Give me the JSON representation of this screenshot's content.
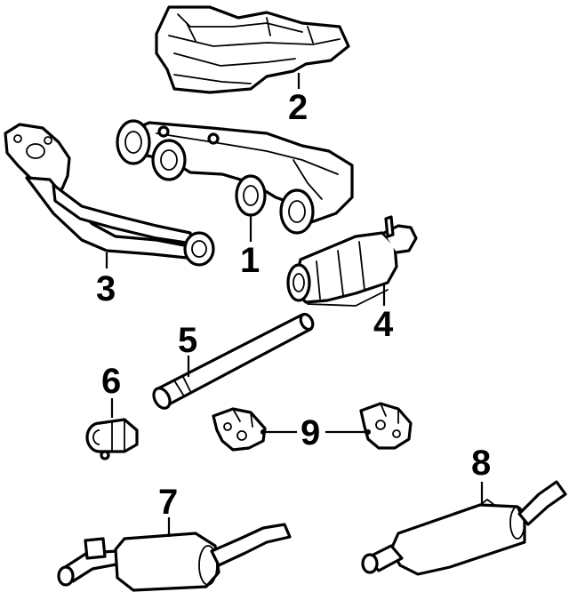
{
  "diagram": {
    "colors": {
      "line": "#000000",
      "background": "#ffffff"
    },
    "callouts": [
      {
        "id": "1",
        "label": "1"
      },
      {
        "id": "2",
        "label": "2"
      },
      {
        "id": "3",
        "label": "3"
      },
      {
        "id": "4",
        "label": "4"
      },
      {
        "id": "5",
        "label": "5"
      },
      {
        "id": "6",
        "label": "6"
      },
      {
        "id": "7",
        "label": "7"
      },
      {
        "id": "8",
        "label": "8"
      },
      {
        "id": "9",
        "label": "9"
      }
    ]
  }
}
